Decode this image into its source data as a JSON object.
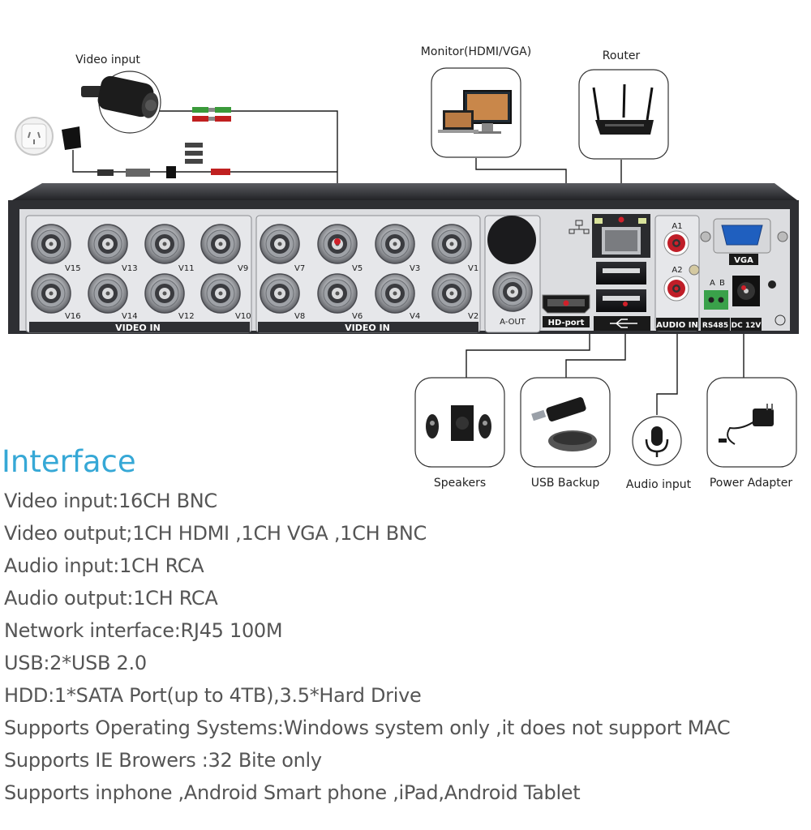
{
  "peripherals": {
    "video_input": "Video input",
    "monitor": "Monitor(HDMI/VGA)",
    "router": "Router",
    "speakers": "Speakers",
    "usb_backup": "USB Backup",
    "audio_input": "Audio input",
    "power_adapter": "Power Adapter"
  },
  "panel": {
    "video_in_left": "VIDEO IN",
    "video_in_right": "VIDEO IN",
    "channels_left_top": [
      "V15",
      "V13",
      "V11",
      "V9"
    ],
    "channels_left_bottom": [
      "V16",
      "V14",
      "V12",
      "V10"
    ],
    "channels_right_top": [
      "V7",
      "V5",
      "V3",
      "V1"
    ],
    "channels_right_bottom": [
      "V8",
      "V6",
      "V4",
      "V2"
    ],
    "a_out": "A-OUT",
    "hd_port": "HD-port",
    "audio_in": "AUDIO IN",
    "a1": "A1",
    "a2": "A2",
    "vga": "VGA",
    "rs485": "RS485",
    "a": "A",
    "b": "B",
    "dc12v": "DC 12V"
  },
  "colors": {
    "accent": "#36a8d6",
    "connector_red": "#d0202a",
    "panel_face": "#dcdde0",
    "chassis": "#2e2f33"
  },
  "interface": {
    "title": "Interface",
    "specs": [
      "Video input:16CH BNC",
      "Video output;1CH HDMI ,1CH VGA ,1CH BNC",
      "Audio input:1CH RCA",
      "Audio output:1CH RCA",
      "Network interface:RJ45 100M",
      "USB:2*USB 2.0",
      "HDD:1*SATA Port(up to 4TB),3.5*Hard Drive",
      "Supports  Operating Systems:Windows system only ,it does not support MAC",
      "Supports IE Browers :32 Bite only",
      "Supports inphone ,Android Smart phone ,iPad,Android Tablet"
    ]
  }
}
